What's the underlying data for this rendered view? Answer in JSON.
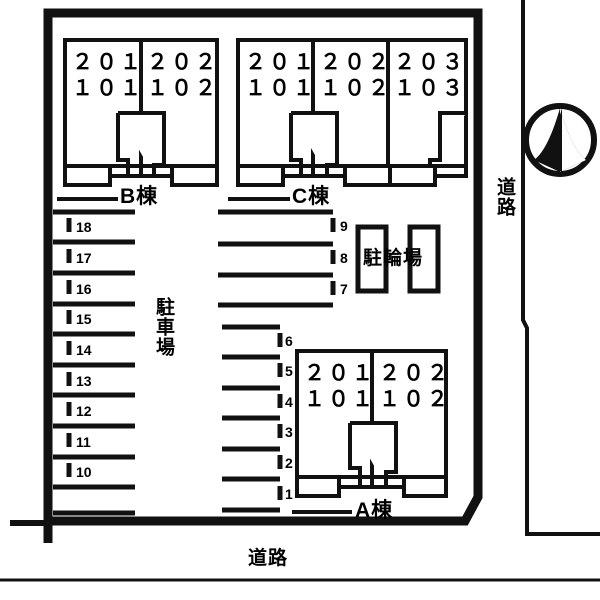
{
  "plan": {
    "title": "apartment-site-plan",
    "colors": {
      "ink": "#111111",
      "paper": "#ffffff"
    }
  },
  "buildings": [
    {
      "id": "b",
      "name": "B棟",
      "units": [
        {
          "upper": "２０１",
          "lower": "１０１"
        },
        {
          "upper": "２０２",
          "lower": "１０２"
        }
      ]
    },
    {
      "id": "c",
      "name": "C棟",
      "units": [
        {
          "upper": "２０１",
          "lower": "１０１"
        },
        {
          "upper": "２０２",
          "lower": "１０２"
        },
        {
          "upper": "２０３",
          "lower": "１０３"
        }
      ]
    },
    {
      "id": "a",
      "name": "A棟",
      "units": [
        {
          "upper": "２０１",
          "lower": "１０１"
        },
        {
          "upper": "２０２",
          "lower": "１０２"
        }
      ]
    }
  ],
  "parking": {
    "label": "駐車場",
    "west_stalls": [
      "18",
      "17",
      "16",
      "15",
      "14",
      "13",
      "12",
      "11",
      "10"
    ],
    "center_stalls": [
      "9",
      "8",
      "7"
    ],
    "south_stalls": [
      "6",
      "5",
      "4",
      "3",
      "2",
      "1"
    ]
  },
  "bicycle_parking": {
    "label": "駐輪場"
  },
  "roads": [
    {
      "id": "east-road",
      "label": "道路"
    },
    {
      "id": "south-road",
      "label": "道路"
    }
  ],
  "compass": {
    "name": "north-arrow"
  }
}
